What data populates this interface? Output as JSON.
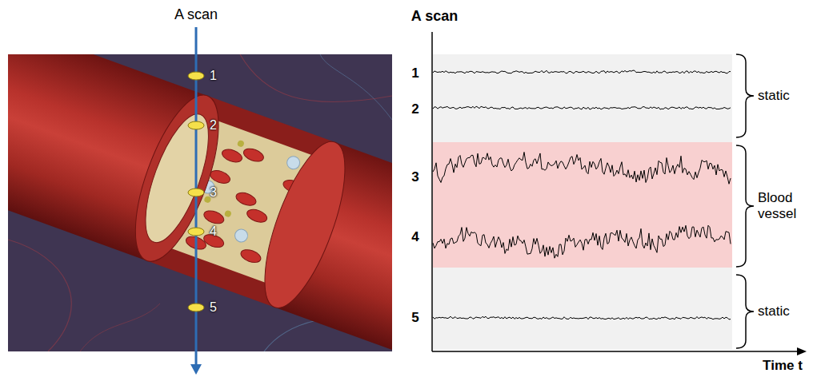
{
  "diagram": {
    "labels": [
      "A scan",
      "1",
      "2",
      "3",
      "4",
      "5",
      "A scan",
      "1",
      "2",
      "3",
      "4",
      "5",
      "static",
      "Blood vessel",
      "static",
      "Time t"
    ]
  }
}
